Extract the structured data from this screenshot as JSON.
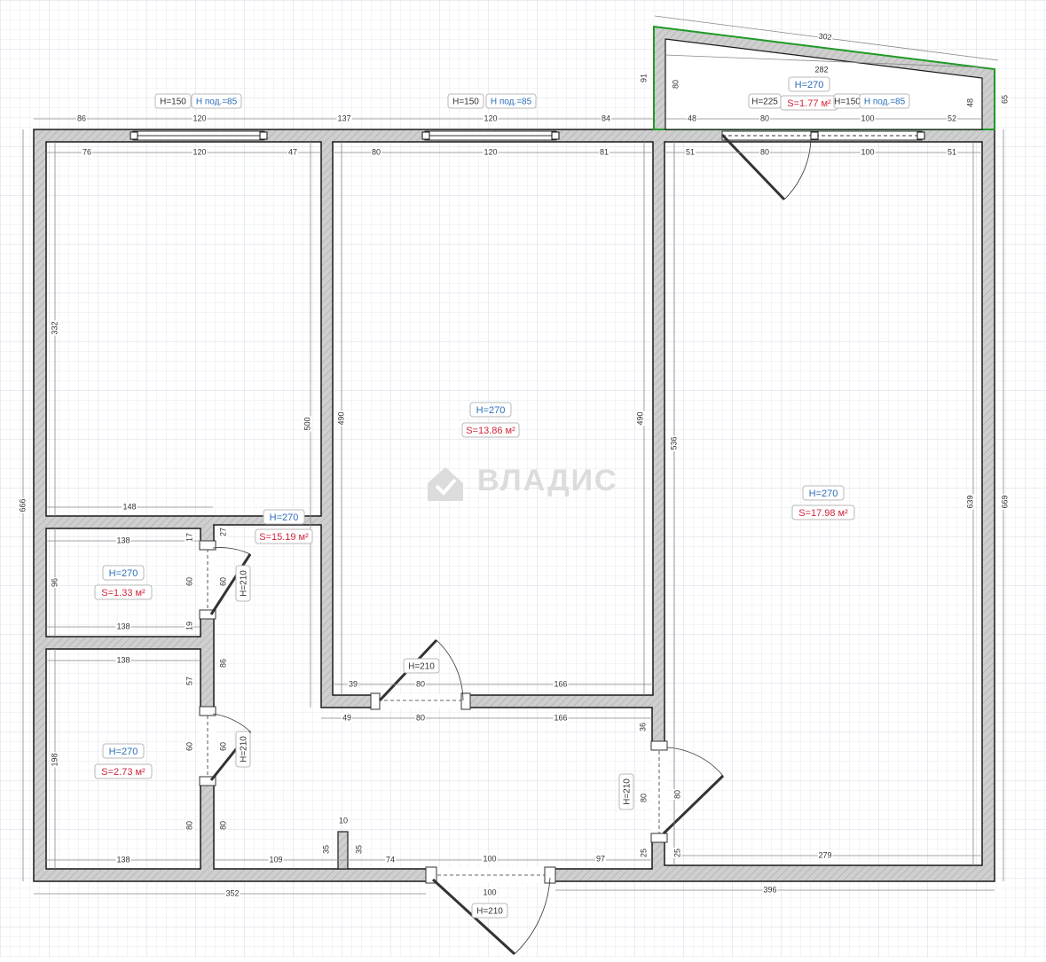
{
  "watermark": {
    "text": "ВЛАДИС",
    "icon": "house-check-icon"
  },
  "colors": {
    "wall_fill": "#c7c7c7",
    "wall_stroke": "#1a1a1a",
    "balcony_outline": "#1f9a24",
    "height_text": "#2c6db8",
    "area_text": "#d0253a",
    "grid": "#d6dde8"
  },
  "rooms": {
    "left_corridor": {
      "height": "H=270",
      "area": "S=15.19 м²"
    },
    "middle_room": {
      "height": "H=270",
      "area": "S=13.86 м²"
    },
    "right_room": {
      "height": "H=270",
      "area": "S=17.98 м²"
    },
    "toilet": {
      "height": "H=270",
      "area": "S=1.33 м²"
    },
    "bathroom": {
      "height": "H=270",
      "area": "S=2.73 м²"
    },
    "balcony": {
      "height": "H=270",
      "area": "S=1.77 м²"
    }
  },
  "windows": {
    "left": {
      "h": "H=150",
      "sill": "Н под.=85"
    },
    "middle": {
      "h": "H=150",
      "sill": "Н под.=85"
    },
    "balcony_door": {
      "h": "H=225"
    },
    "right": {
      "h": "H=150",
      "sill": "Н под.=85"
    }
  },
  "doors": {
    "middle": "H=210",
    "toilet": "H=210",
    "bath": "H=210",
    "right": "H=210",
    "entry": "H=210"
  },
  "dims": {
    "top_86": "86",
    "top_120a": "120",
    "top_137": "137",
    "top_120b": "120",
    "top_84": "84",
    "top_48": "48",
    "top_80": "80",
    "top_100": "100",
    "top_52": "52",
    "in_76": "76",
    "in_120a": "120",
    "in_47": "47",
    "in_80": "80",
    "in_120b": "120",
    "in_81": "81",
    "in_51a": "51",
    "in_80b": "80",
    "in_100": "100",
    "in_51b": "51",
    "balc_302": "302",
    "balc_282": "282",
    "balc_91": "91",
    "balc_80": "80",
    "balc_48": "48",
    "balc_65": "65",
    "v_332": "332",
    "v_500": "500",
    "v_490a": "490",
    "v_490b": "490",
    "v_536": "536",
    "v_639": "639",
    "v_669": "669",
    "v_666": "666",
    "d_148": "148",
    "d_138a": "138",
    "d_17": "17",
    "d_27": "27",
    "d_96": "96",
    "d_60a": "60",
    "d_60b": "60",
    "d_19": "19",
    "d_138b": "138",
    "d_138c": "138",
    "d_86": "86",
    "d_57": "57",
    "d_198": "198",
    "d_60c": "60",
    "d_60d": "60",
    "d_80a": "80",
    "d_80b": "80",
    "d_138d": "138",
    "d_39": "39",
    "d_80c": "80",
    "d_166a": "166",
    "d_49": "49",
    "d_80d": "80",
    "d_166b": "166",
    "d_36": "36",
    "d_80e": "80",
    "d_80f": "80",
    "d_25a": "25",
    "d_25b": "25",
    "d_279": "279",
    "d_109": "109",
    "d_10": "10",
    "d_35a": "35",
    "d_35b": "35",
    "d_74": "74",
    "d_100": "100",
    "d_97": "97",
    "d_352": "352",
    "d_100b": "100",
    "d_396": "396"
  }
}
